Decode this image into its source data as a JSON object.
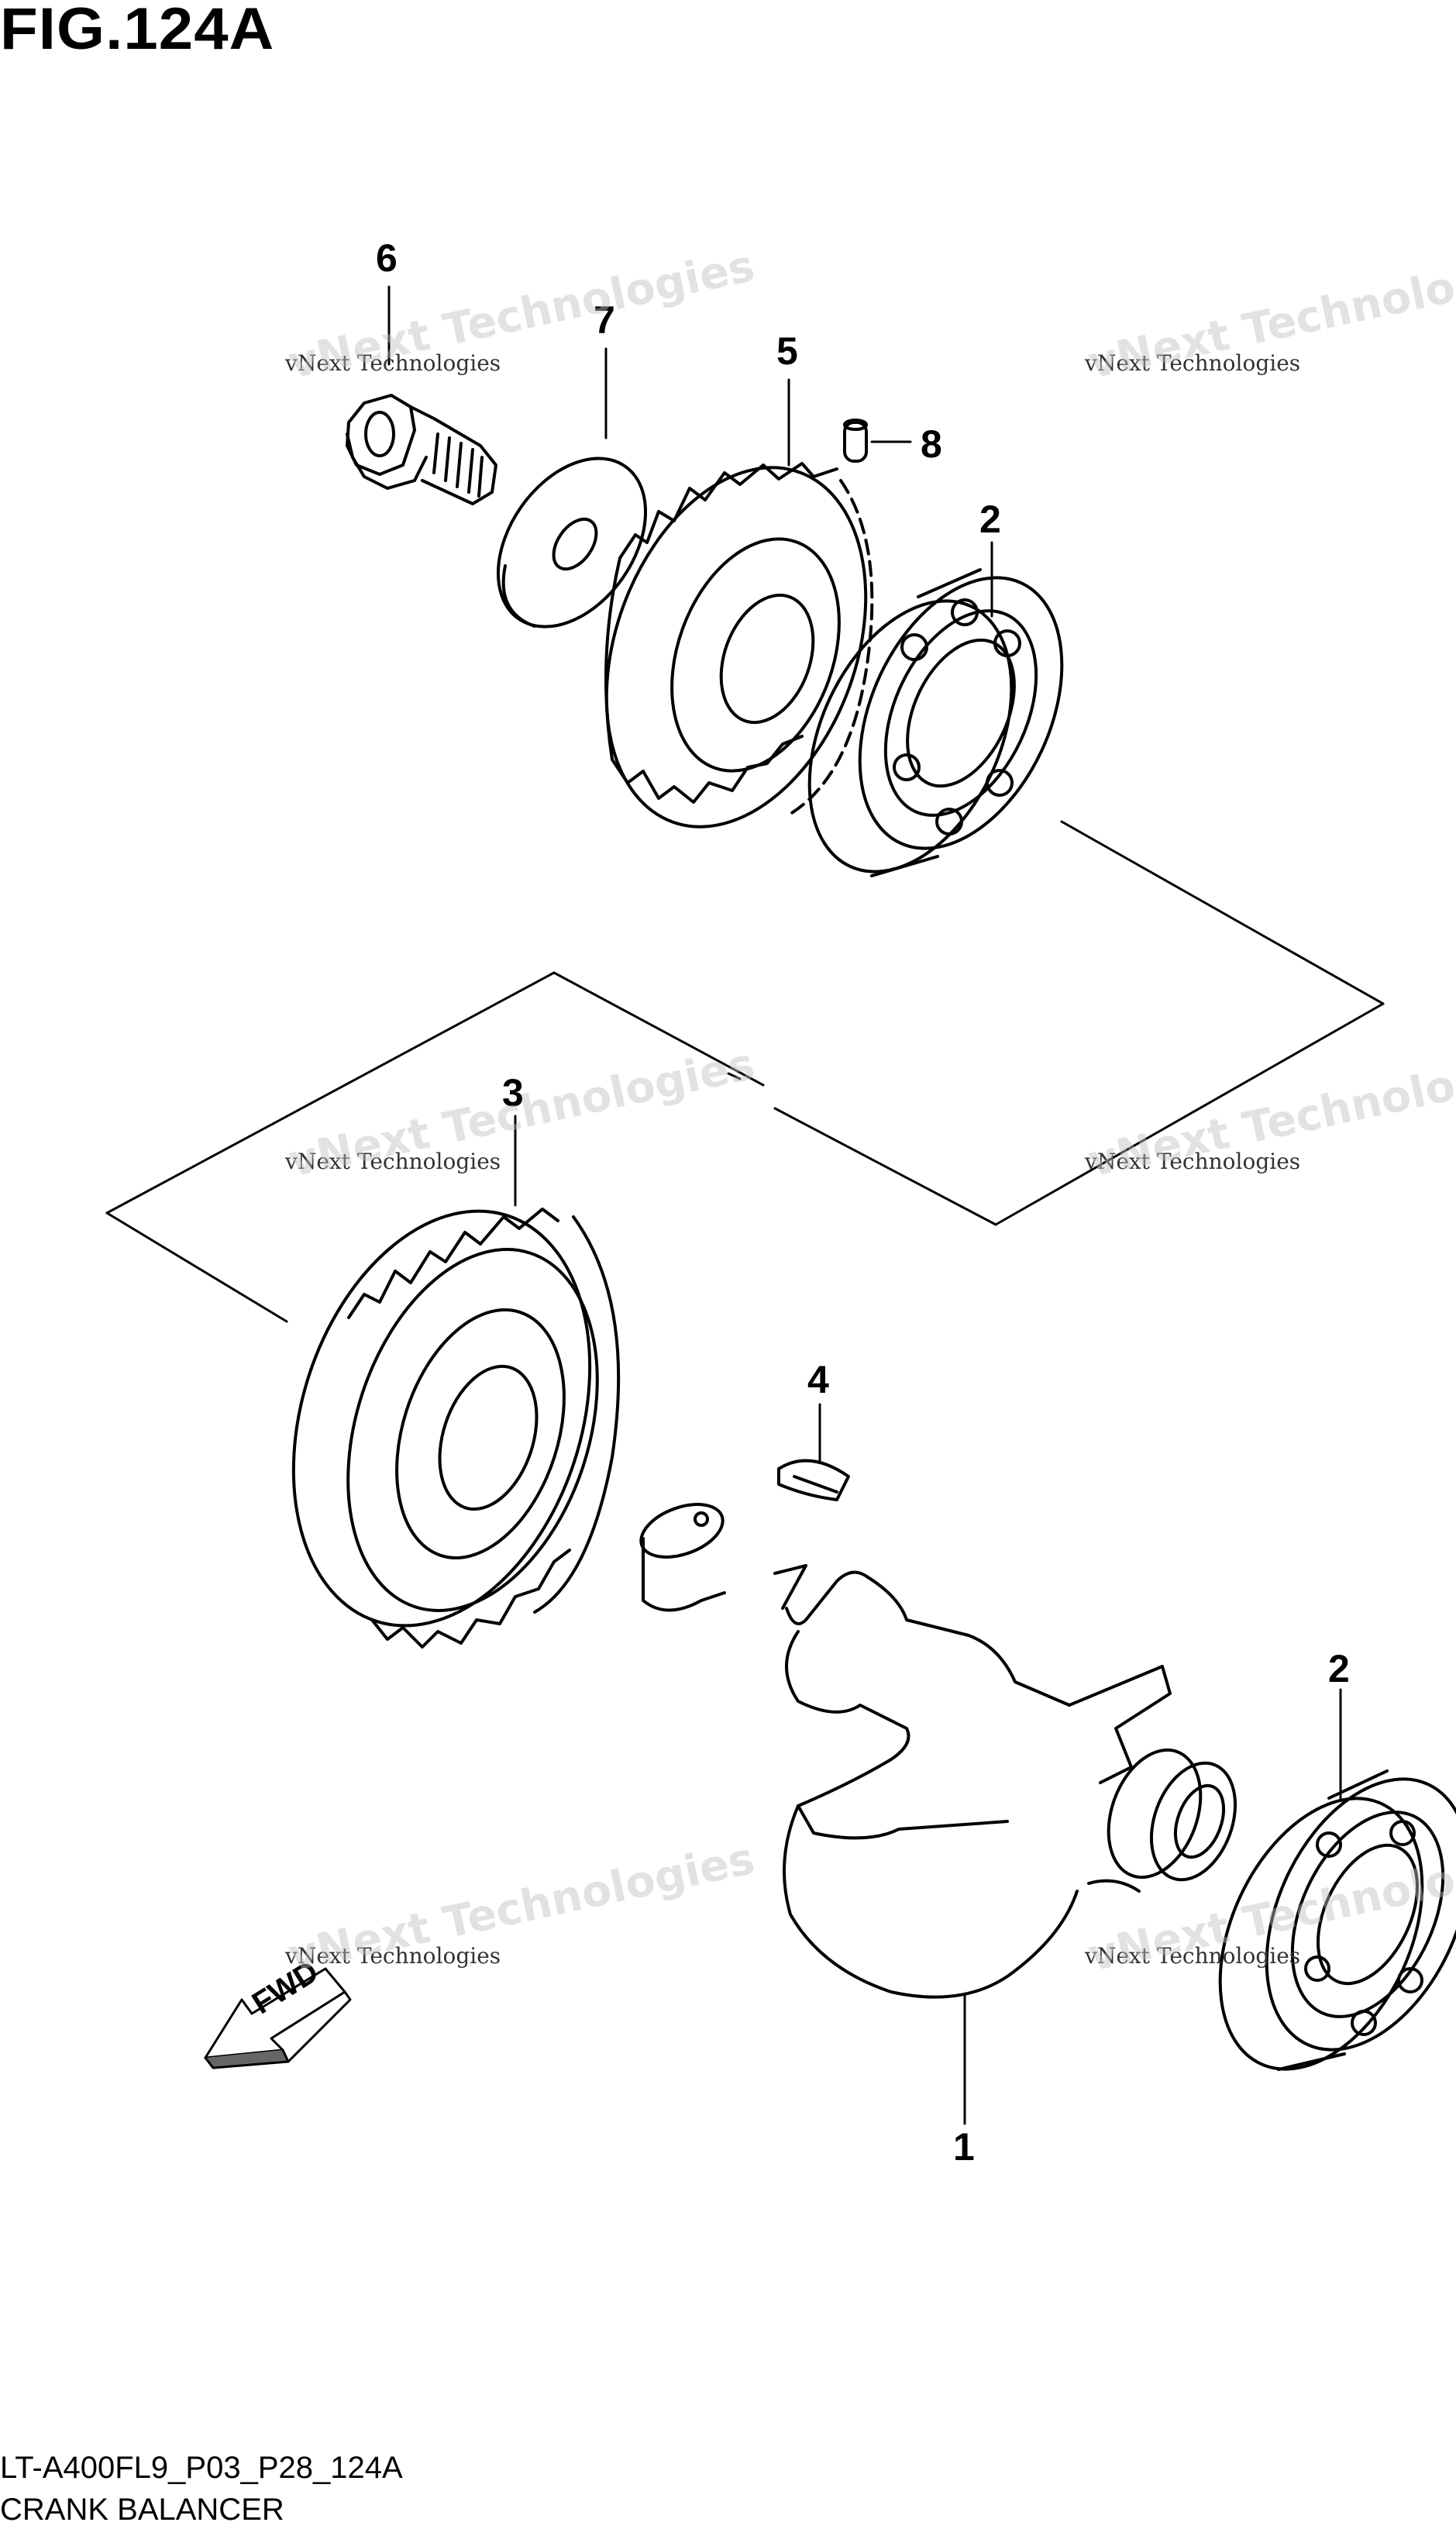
{
  "figure": {
    "title": "FIG.124A",
    "model_code": "LT-A400FL9_P03_P28_124A",
    "section_name": "CRANK BALANCER"
  },
  "callouts": [
    {
      "id": "6",
      "label": "6"
    },
    {
      "id": "7",
      "label": "7"
    },
    {
      "id": "5",
      "label": "5"
    },
    {
      "id": "8",
      "label": "8"
    },
    {
      "id": "2a",
      "label": "2"
    },
    {
      "id": "3",
      "label": "3"
    },
    {
      "id": "4",
      "label": "4"
    },
    {
      "id": "2b",
      "label": "2"
    },
    {
      "id": "1",
      "label": "1"
    }
  ],
  "direction_marker": {
    "label": "FWD",
    "icon": "fwd-arrow-icon"
  },
  "watermark": {
    "brand": "vNext Technologies",
    "ghost": "vNext Technologies"
  }
}
